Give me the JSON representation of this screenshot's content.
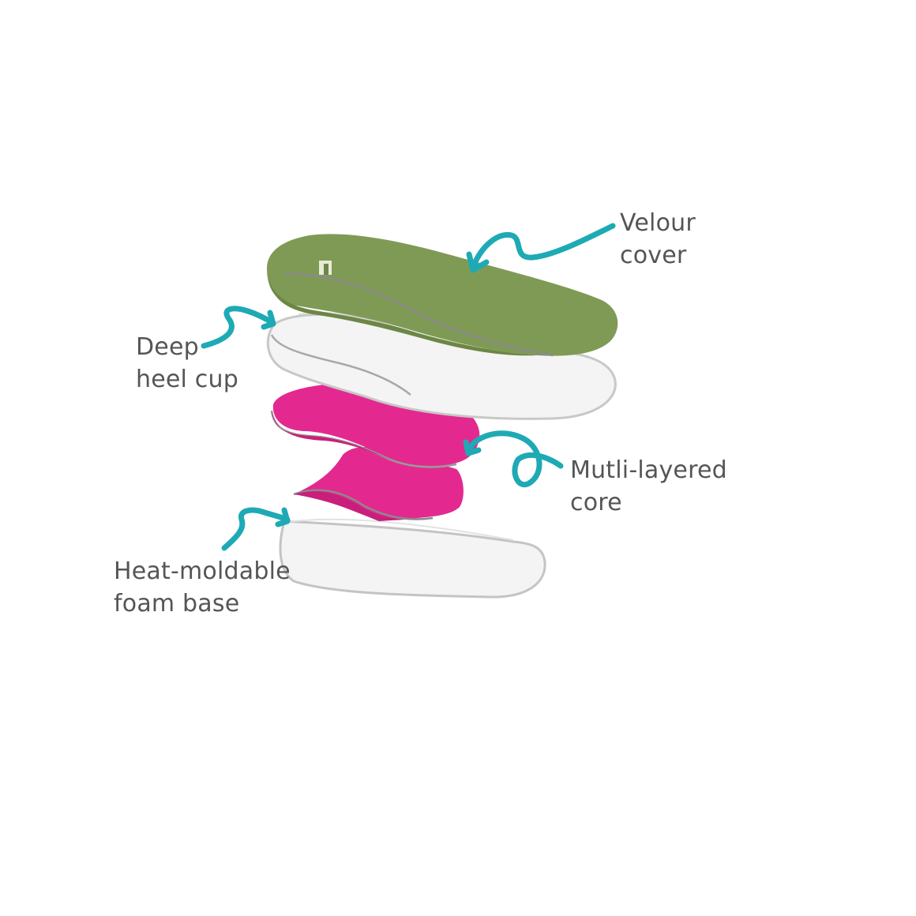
{
  "labels": {
    "velour_cover": {
      "line1": "Velour",
      "line2": "cover"
    },
    "deep_heel_cup": {
      "line1": "Deep",
      "line2": "heel cup"
    },
    "multi_layered_core": {
      "line1": "Mutli-layered",
      "line2": "core"
    },
    "foam_base": {
      "line1": "Heat-moldable",
      "line2": "foam base"
    }
  },
  "colors": {
    "velour_cover": "#7f9a55",
    "velour_cover_side": "#6c8745",
    "core": "#e3298f",
    "core_side": "#c81f7c",
    "shell": "#f4f4f4",
    "shell_edge": "#a8a8a8",
    "arrow": "#1eaab5",
    "text": "#555555"
  }
}
